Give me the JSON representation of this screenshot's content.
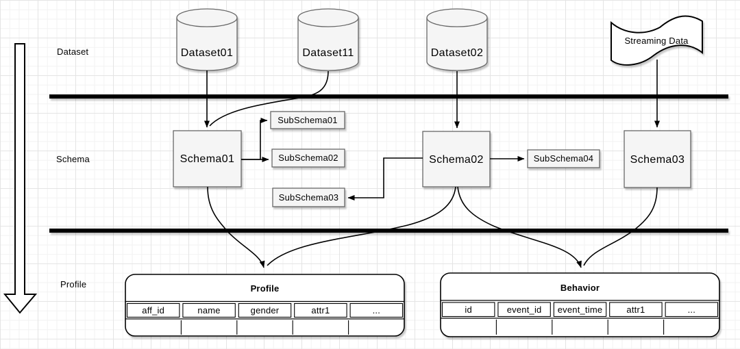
{
  "row_labels": {
    "dataset": "Dataset",
    "schema": "Schema",
    "profile": "Profile"
  },
  "datasets": [
    "Dataset01",
    "Dataset11",
    "Dataset02"
  ],
  "streaming_label": "Streaming Data",
  "schemas": [
    "Schema01",
    "Schema02",
    "Schema03"
  ],
  "subschemas": [
    "SubSchema01",
    "SubSchema02",
    "SubSchema03",
    "SubSchema04"
  ],
  "profile_table": {
    "title": "Profile",
    "columns": [
      "aff_id",
      "name",
      "gender",
      "attr1",
      "..."
    ]
  },
  "behavior_table": {
    "title": "Behavior",
    "columns": [
      "id",
      "event_id",
      "event_time",
      "attr1",
      "..."
    ]
  },
  "colors": {
    "shape_fill": "#f5f5f5",
    "shape_stroke": "#666666",
    "connector": "#000000",
    "divider": "#000000"
  }
}
